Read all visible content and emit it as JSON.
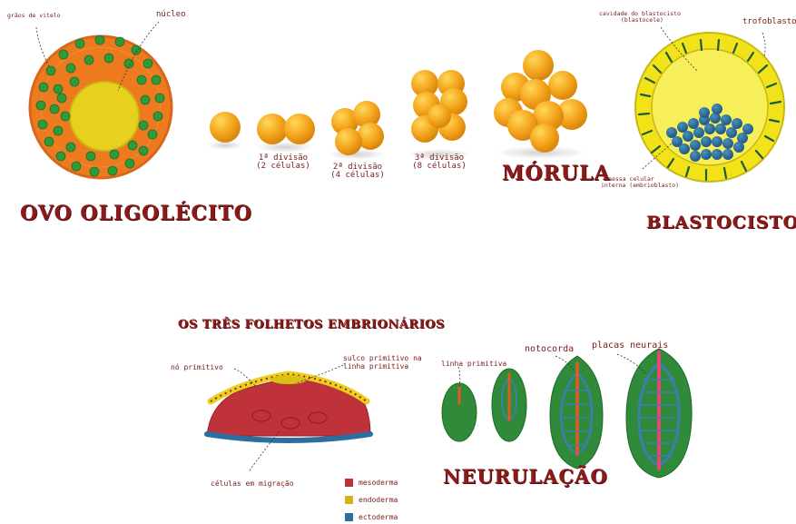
{
  "top_row": {
    "ovo": {
      "title": "OVO OLIGOLÉCITO",
      "label_yolk": "grãos de vitelo",
      "label_nucleus": "núcleo"
    },
    "divisions": [
      {
        "line1": "1ª divisão",
        "line2": "(2 células)"
      },
      {
        "line1": "2ª divisão",
        "line2": "(4 células)"
      },
      {
        "line1": "3ª divisão",
        "line2": "(8 células)"
      }
    ],
    "morula": {
      "title": "MÓRULA"
    },
    "blastocisto": {
      "title": "BLASTOCISTO",
      "label_cavity_1": "cavidade do blastocisto",
      "label_cavity_2": "(blastocele)",
      "label_trofoblasto": "trofoblasto",
      "label_mass_1": "massa celular",
      "label_mass_2": "interna (embrioblasto)"
    }
  },
  "bottom_row": {
    "folhetos": {
      "title": "OS TRÊS FOLHETOS EMBRIONÁRIOS",
      "label_no": "nó primitivo",
      "label_sulco_1": "sulco primitivo na",
      "label_sulco_2": "linha primitiva",
      "label_celulas": "células em migração"
    },
    "legend": [
      {
        "label": "mesoderma",
        "color": "#c0323a"
      },
      {
        "label": "endoderma",
        "color": "#d4b21a"
      },
      {
        "label": "ectoderma",
        "color": "#2a6fa0"
      }
    ],
    "neurulacao": {
      "title": "NEURULAÇÃO",
      "label_linha": "linha primitiva",
      "label_notocorda": "notocorda",
      "label_placas": "placas neurais"
    }
  },
  "colors": {
    "title_red": "#8b1a1a",
    "egg_orange": "#ee7a1f",
    "yolk_green": "#2f9a3a",
    "nucleus_yellow": "#e6d21e",
    "cell_orange": "#f4a51c",
    "blast_yellow": "#f2e21a",
    "blast_blue": "#2c6f9c",
    "neural_green": "#2f8a3a"
  }
}
